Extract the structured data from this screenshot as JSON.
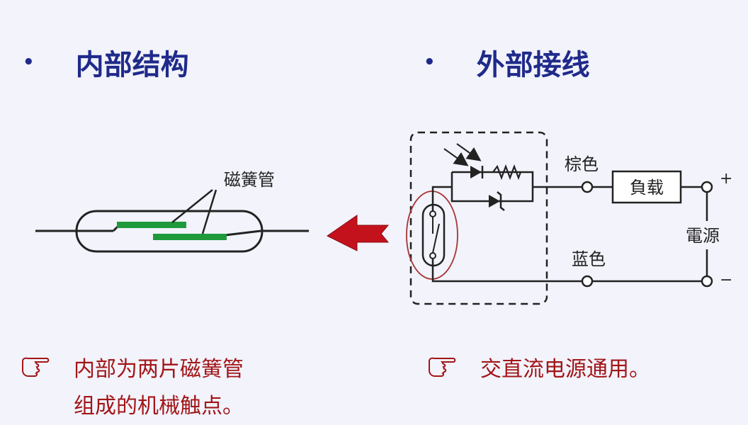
{
  "headings": {
    "left": "内部结构",
    "right": "外部接线"
  },
  "reed_switch": {
    "label": "磁簧管"
  },
  "wiring": {
    "brown_wire_label": "棕色",
    "blue_wire_label": "蓝色",
    "load_label": "負载",
    "power_label": "電源",
    "plus_sign": "+",
    "minus_sign": "−"
  },
  "notes": {
    "left_line1": "内部为两片磁簧管",
    "left_line2": "组成的机械触点。",
    "right": "交直流电源通用。"
  },
  "colors": {
    "heading": "#1f2a8a",
    "note_text": "#a21518",
    "reed_contacts": "#1e9a3c",
    "arrow": "#c4121c",
    "wire": "#222222",
    "highlight_circle": "#a83232"
  }
}
